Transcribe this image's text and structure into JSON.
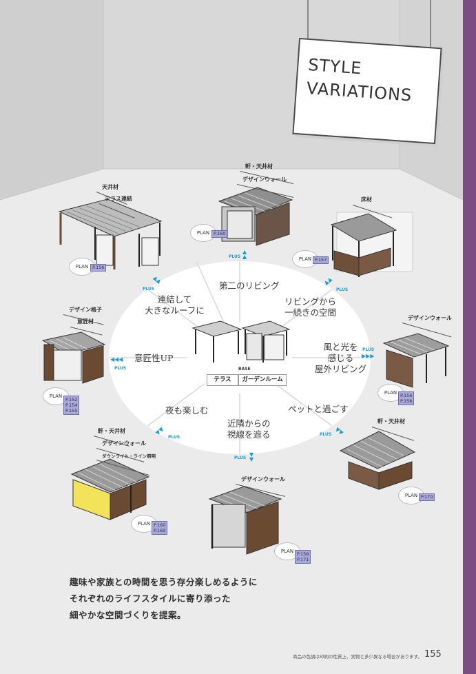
{
  "colors": {
    "purple": "#7b4d83",
    "accent_blue": "#1a9ad6",
    "page_box": "#a9a8dc"
  },
  "sign": {
    "line1": "STYLE",
    "line2": "VARIATIONS"
  },
  "segments": {
    "top": "第二のリビング",
    "top_right": [
      "リビングから",
      "一続きの空間"
    ],
    "right": [
      "風と光を",
      "感じる",
      "屋外リビング"
    ],
    "bottom_right": "ペットと過ごす",
    "bottom": [
      "近隣からの",
      "視線を遮る"
    ],
    "bottom_left": "夜も楽しむ",
    "left": "意匠性UP",
    "top_left": [
      "連結して",
      "大きなルーフに"
    ]
  },
  "base": {
    "tag": "BASE",
    "terrace": "テラス",
    "garden_room": "ガーデンルーム"
  },
  "plus_label": "PLUS",
  "plan_label": "PLAN",
  "variants": {
    "ceiling_terrace": {
      "tags": [
        "天井材",
        "テラス連結"
      ],
      "pages": [
        "P.156"
      ]
    },
    "eave_wall_top": {
      "tags": [
        "軒・天井材",
        "デザインウォール"
      ],
      "pages": [
        "P.160"
      ]
    },
    "floor": {
      "tags": [
        "床材"
      ],
      "pages": [
        "P.157"
      ]
    },
    "lattice": {
      "tags": [
        "デザイン格子",
        "意匠材"
      ],
      "pages": [
        "P.152",
        "P.154",
        "P.155"
      ]
    },
    "wall_right": {
      "tags": [
        "デザインウォール"
      ],
      "pages": [
        "P.156",
        "P.156"
      ]
    },
    "eave_br": {
      "tags": [
        "軒・天井材"
      ],
      "pages": [
        "P.170"
      ]
    },
    "lighting": {
      "tags": [
        "軒・天井材",
        "デザインウォール",
        "ダウンライト・ライン照明"
      ],
      "pages": [
        "P.160",
        "P.169"
      ]
    },
    "wall_bottom": {
      "tags": [
        "デザインウォール"
      ],
      "pages": [
        "P.158",
        "P.171"
      ]
    }
  },
  "intro": [
    "趣味や家族との時間を思う存分楽しめるように",
    "それぞれのライフスタイルに寄り添った",
    "細やかな空間づくりを提案。"
  ],
  "footnote": "商品の色調は印刷の性質上、実物と多少異なる場合があります。",
  "page_number": "155"
}
